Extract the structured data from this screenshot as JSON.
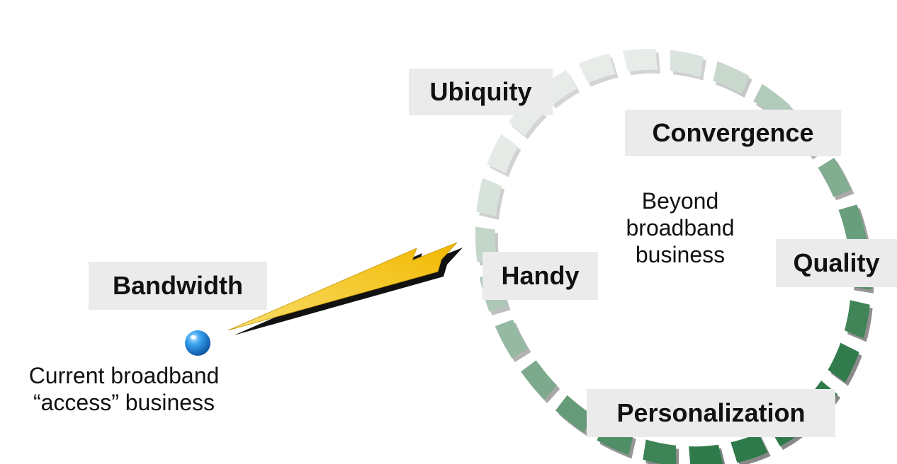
{
  "colors": {
    "label_background": "#ebebeb",
    "arrow": "#f5c400",
    "dot": "#2a8fe0",
    "ring_start": "#e8ece9",
    "ring_end": "#2f7a4a"
  },
  "start_point": {
    "label": "Bandwidth",
    "caption_line1": "Current broadband",
    "caption_line2": "“access” business"
  },
  "ring": {
    "labels": {
      "ubiquity": "Ubiquity",
      "convergence": "Convergence",
      "quality": "Quality",
      "handy": "Handy",
      "personalization": "Personalization"
    },
    "center_line1": "Beyond",
    "center_line2": "broadband",
    "center_line3": "business"
  }
}
